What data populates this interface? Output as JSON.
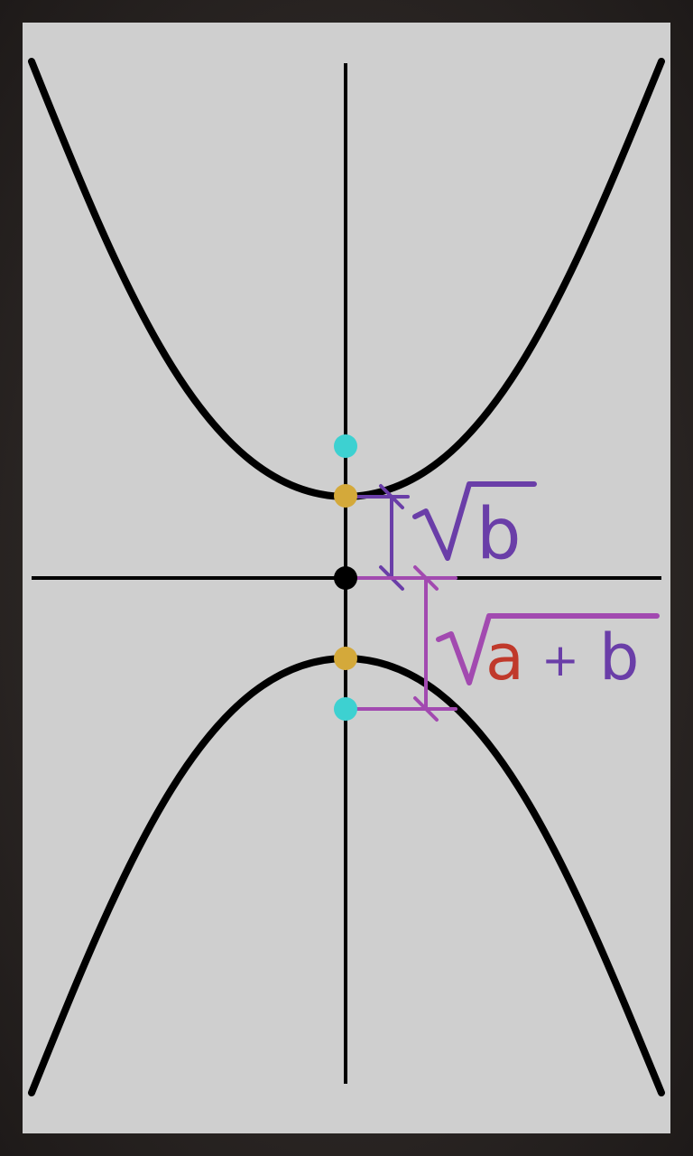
{
  "labels": {
    "sqrt_b": "b",
    "sqrt_a": "a",
    "sqrt_plus": "+",
    "sqrt_ab_b": "b"
  },
  "colors": {
    "background": "#cfcfcf",
    "frame": "#2a2523",
    "curve": "#000000",
    "axis": "#000000",
    "focus_point": "#3dd1d1",
    "vertex_point": "#d4a93a",
    "center_point": "#000000",
    "sqrt_b_color": "#6a3ea8",
    "sqrt_ab_color": "#a24ab0",
    "a_color": "#c0392b"
  },
  "points": [
    {
      "name": "upper-focus",
      "role": "focus"
    },
    {
      "name": "upper-vertex",
      "role": "vertex"
    },
    {
      "name": "center",
      "role": "origin"
    },
    {
      "name": "lower-vertex",
      "role": "vertex"
    },
    {
      "name": "lower-focus",
      "role": "focus"
    }
  ]
}
